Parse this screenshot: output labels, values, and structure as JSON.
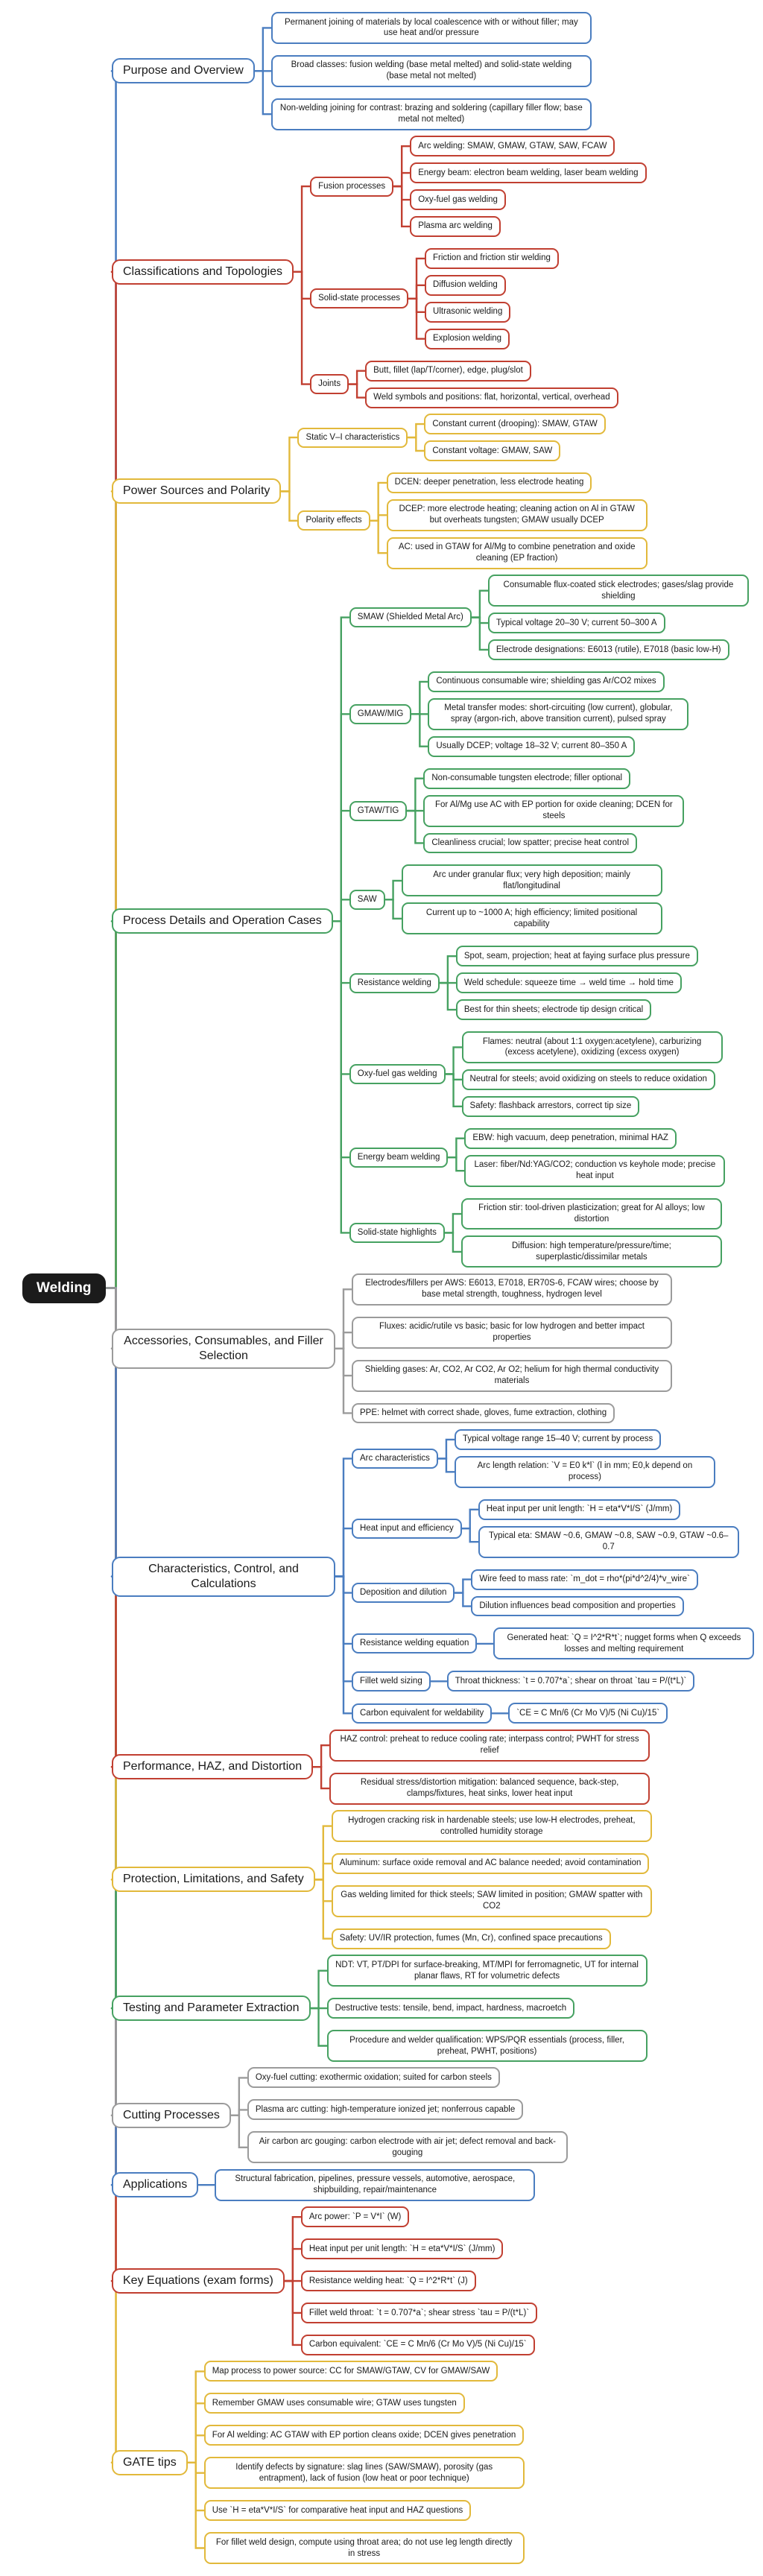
{
  "root": {
    "label": "Welding",
    "bg_color": "#1b1b1b"
  },
  "palette": {
    "blue": "#4a7dc0",
    "red": "#c13f31",
    "yellow": "#e2b93b",
    "green": "#46a161",
    "gray": "#9b9b9b"
  },
  "branches": [
    {
      "label": "Purpose and Overview",
      "color": "#4a7dc0",
      "children": [
        {
          "label": "Permanent joining of materials by local coalescence with or without filler; may use heat and/or pressure"
        },
        {
          "label": "Broad classes: fusion welding (base metal melted) and solid-state welding (base metal not melted)"
        },
        {
          "label": "Non-welding joining for contrast: brazing and soldering (capillary filler flow; base metal not melted)"
        }
      ]
    },
    {
      "label": "Classifications and Topologies",
      "color": "#c13f31",
      "children": [
        {
          "label": "Fusion processes",
          "children": [
            {
              "label": "Arc welding: SMAW, GMAW, GTAW, SAW, FCAW"
            },
            {
              "label": "Energy beam: electron beam welding, laser beam welding"
            },
            {
              "label": "Oxy-fuel gas welding"
            },
            {
              "label": "Plasma arc welding"
            }
          ]
        },
        {
          "label": "Solid-state processes",
          "children": [
            {
              "label": "Friction and friction stir welding"
            },
            {
              "label": "Diffusion welding"
            },
            {
              "label": "Ultrasonic welding"
            },
            {
              "label": "Explosion welding"
            }
          ]
        },
        {
          "label": "Joints",
          "children": [
            {
              "label": "Butt, fillet (lap/T/corner), edge, plug/slot"
            },
            {
              "label": "Weld symbols and positions: flat, horizontal, vertical, overhead"
            }
          ]
        }
      ]
    },
    {
      "label": "Power Sources and Polarity",
      "color": "#e2b93b",
      "children": [
        {
          "label": "Static V–I characteristics",
          "children": [
            {
              "label": "Constant current (drooping): SMAW, GTAW"
            },
            {
              "label": "Constant voltage: GMAW, SAW"
            }
          ]
        },
        {
          "label": "Polarity effects",
          "children": [
            {
              "label": "DCEN: deeper penetration, less electrode heating"
            },
            {
              "label": "DCEP: more electrode heating; cleaning action on Al in GTAW but overheats tungsten; GMAW usually DCEP"
            },
            {
              "label": "AC: used in GTAW for Al/Mg to combine penetration and oxide cleaning (EP fraction)"
            }
          ]
        }
      ]
    },
    {
      "label": "Process Details and Operation Cases",
      "color": "#46a161",
      "children": [
        {
          "label": "SMAW (Shielded Metal Arc)",
          "children": [
            {
              "label": "Consumable flux-coated stick electrodes; gases/slag provide shielding"
            },
            {
              "label": "Typical voltage 20–30 V; current 50–300 A"
            },
            {
              "label": "Electrode designations: E6013 (rutile), E7018 (basic low-H)"
            }
          ]
        },
        {
          "label": "GMAW/MIG",
          "children": [
            {
              "label": "Continuous consumable wire; shielding gas Ar/CO2 mixes"
            },
            {
              "label": "Metal transfer modes: short-circuiting (low current), globular, spray (argon-rich, above transition current), pulsed spray"
            },
            {
              "label": "Usually DCEP; voltage 18–32 V; current 80–350 A"
            }
          ]
        },
        {
          "label": "GTAW/TIG",
          "children": [
            {
              "label": "Non-consumable tungsten electrode; filler optional"
            },
            {
              "label": "For Al/Mg use AC with EP portion for oxide cleaning; DCEN for steels"
            },
            {
              "label": "Cleanliness crucial; low spatter; precise heat control"
            }
          ]
        },
        {
          "label": "SAW",
          "children": [
            {
              "label": "Arc under granular flux; very high deposition; mainly flat/longitudinal"
            },
            {
              "label": "Current up to ~1000 A; high efficiency; limited positional capability"
            }
          ]
        },
        {
          "label": "Resistance welding",
          "children": [
            {
              "label": "Spot, seam, projection; heat at faying surface plus pressure"
            },
            {
              "label": "Weld schedule: squeeze time → weld time → hold time"
            },
            {
              "label": "Best for thin sheets; electrode tip design critical"
            }
          ]
        },
        {
          "label": "Oxy-fuel gas welding",
          "children": [
            {
              "label": "Flames: neutral (about 1:1 oxygen:acetylene), carburizing (excess acetylene), oxidizing (excess oxygen)"
            },
            {
              "label": "Neutral for steels; avoid oxidizing on steels to reduce oxidation"
            },
            {
              "label": "Safety: flashback arrestors, correct tip size"
            }
          ]
        },
        {
          "label": "Energy beam welding",
          "children": [
            {
              "label": "EBW: high vacuum, deep penetration, minimal HAZ"
            },
            {
              "label": "Laser: fiber/Nd:YAG/CO2; conduction vs keyhole mode; precise heat input"
            }
          ]
        },
        {
          "label": "Solid-state highlights",
          "children": [
            {
              "label": "Friction stir: tool-driven plasticization; great for Al alloys; low distortion"
            },
            {
              "label": "Diffusion: high temperature/pressure/time; superplastic/dissimilar metals"
            }
          ]
        }
      ]
    },
    {
      "label": "Accessories, Consumables, and Filler Selection",
      "color": "#9b9b9b",
      "children": [
        {
          "label": "Electrodes/fillers per AWS: E6013, E7018, ER70S-6, FCAW wires; choose by base metal strength, toughness, hydrogen level"
        },
        {
          "label": "Fluxes: acidic/rutile vs basic; basic for low hydrogen and better impact properties"
        },
        {
          "label": "Shielding gases: Ar, CO2, Ar CO2, Ar O2; helium for high thermal conductivity materials"
        },
        {
          "label": "PPE: helmet with correct shade, gloves, fume extraction, clothing"
        }
      ]
    },
    {
      "label": "Characteristics, Control, and Calculations",
      "color": "#4a7dc0",
      "children": [
        {
          "label": "Arc characteristics",
          "children": [
            {
              "label": "Typical voltage range 15–40 V; current by process"
            },
            {
              "label": "Arc length relation: `V = E0 k*l` (l in mm; E0,k depend on process)"
            }
          ]
        },
        {
          "label": "Heat input and efficiency",
          "children": [
            {
              "label": "Heat input per unit length: `H = eta*V*I/S` (J/mm)"
            },
            {
              "label": "Typical eta: SMAW ~0.6, GMAW ~0.8, SAW ~0.9, GTAW ~0.6–0.7"
            }
          ]
        },
        {
          "label": "Deposition and dilution",
          "children": [
            {
              "label": "Wire feed to mass rate: `m_dot = rho*(pi*d^2/4)*v_wire`"
            },
            {
              "label": "Dilution influences bead composition and properties"
            }
          ]
        },
        {
          "label": "Resistance welding equation",
          "children": [
            {
              "label": "Generated heat: `Q = I^2*R*t`; nugget forms when Q exceeds losses and melting requirement"
            }
          ]
        },
        {
          "label": "Fillet weld sizing",
          "children": [
            {
              "label": "Throat thickness: `t = 0.707*a`; shear on throat `tau = P/(t*L)`"
            }
          ]
        },
        {
          "label": "Carbon equivalent for weldability",
          "children": [
            {
              "label": "`CE = C Mn/6 (Cr Mo V)/5 (Ni Cu)/15`"
            }
          ]
        }
      ]
    },
    {
      "label": "Performance, HAZ, and Distortion",
      "color": "#c13f31",
      "children": [
        {
          "label": "HAZ control: preheat to reduce cooling rate; interpass control; PWHT for stress relief"
        },
        {
          "label": "Residual stress/distortion mitigation: balanced sequence, back-step, clamps/fixtures, heat sinks, lower heat input"
        }
      ]
    },
    {
      "label": "Protection, Limitations, and Safety",
      "color": "#e2b93b",
      "children": [
        {
          "label": "Hydrogen cracking risk in hardenable steels; use low-H electrodes, preheat, controlled humidity storage"
        },
        {
          "label": "Aluminum: surface oxide removal and AC balance needed; avoid contamination"
        },
        {
          "label": "Gas welding limited for thick steels; SAW limited in position; GMAW spatter with CO2"
        },
        {
          "label": "Safety: UV/IR protection, fumes (Mn, Cr), confined space precautions"
        }
      ]
    },
    {
      "label": "Testing and Parameter Extraction",
      "color": "#46a161",
      "children": [
        {
          "label": "NDT: VT, PT/DPI for surface-breaking, MT/MPI for ferromagnetic, UT for internal planar flaws, RT for volumetric defects"
        },
        {
          "label": "Destructive tests: tensile, bend, impact, hardness, macroetch"
        },
        {
          "label": "Procedure and welder qualification: WPS/PQR essentials (process, filler, preheat, PWHT, positions)"
        }
      ]
    },
    {
      "label": "Cutting Processes",
      "color": "#9b9b9b",
      "children": [
        {
          "label": "Oxy-fuel cutting: exothermic oxidation; suited for carbon steels"
        },
        {
          "label": "Plasma arc cutting: high-temperature ionized jet; nonferrous capable"
        },
        {
          "label": "Air carbon arc gouging: carbon electrode with air jet; defect removal and back-gouging"
        }
      ]
    },
    {
      "label": "Applications",
      "color": "#4a7dc0",
      "children": [
        {
          "label": "Structural fabrication, pipelines, pressure vessels, automotive, aerospace, shipbuilding, repair/maintenance"
        }
      ]
    },
    {
      "label": "Key Equations (exam forms)",
      "color": "#c13f31",
      "children": [
        {
          "label": "Arc power: `P = V*I` (W)"
        },
        {
          "label": "Heat input per unit length: `H = eta*V*I/S` (J/mm)"
        },
        {
          "label": "Resistance welding heat: `Q = I^2*R*t` (J)"
        },
        {
          "label": "Fillet weld throat: `t = 0.707*a`; shear stress `tau = P/(t*L)`"
        },
        {
          "label": "Carbon equivalent: `CE = C Mn/6 (Cr Mo V)/5 (Ni Cu)/15`"
        }
      ]
    },
    {
      "label": "GATE tips",
      "color": "#e2b93b",
      "children": [
        {
          "label": "Map process to power source: CC for SMAW/GTAW, CV for GMAW/SAW"
        },
        {
          "label": "Remember GMAW uses consumable wire; GTAW uses tungsten"
        },
        {
          "label": "For Al welding: AC GTAW with EP portion cleans oxide; DCEN gives penetration"
        },
        {
          "label": "Identify defects by signature: slag lines (SAW/SMAW), porosity (gas entrapment), lack of fusion (low heat or poor technique)"
        },
        {
          "label": "Use `H = eta*V*I/S` for comparative heat input and HAZ questions"
        },
        {
          "label": "For fillet weld design, compute using throat area; do not use leg length directly in stress"
        }
      ]
    }
  ]
}
